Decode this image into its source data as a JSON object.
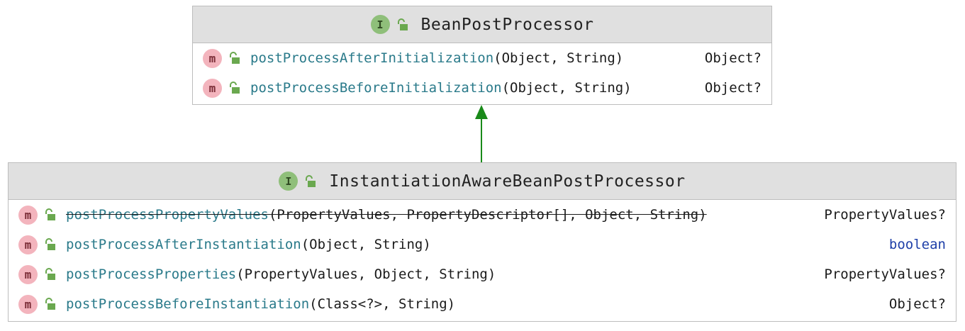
{
  "colors": {
    "header_bg": "#e0e0e0",
    "border": "#bdbdbd",
    "interface_icon": "#8fbf7a",
    "method_icon": "#f3b4bd",
    "lock_icon": "#6aa84f",
    "method_name": "#2a7a8a",
    "keyword": "#1e3fa8",
    "arrow": "#1a8a1a"
  },
  "icons": {
    "interface_letter": "I",
    "method_letter": "m",
    "visibility": "lock-open-icon"
  },
  "parent": {
    "name": "BeanPostProcessor",
    "methods": [
      {
        "name": "postProcessAfterInitialization",
        "params": "(Object, String)",
        "returns": "Object?"
      },
      {
        "name": "postProcessBeforeInitialization",
        "params": "(Object, String)",
        "returns": "Object?"
      }
    ]
  },
  "child": {
    "name": "InstantiationAwareBeanPostProcessor",
    "methods": [
      {
        "name": "postProcessPropertyValues",
        "params": "(PropertyValues, PropertyDescriptor[], Object, String)",
        "returns": "PropertyValues?",
        "deprecated": true
      },
      {
        "name": "postProcessAfterInstantiation",
        "params": "(Object, String)",
        "returns": "boolean"
      },
      {
        "name": "postProcessProperties",
        "params": "(PropertyValues, Object, String)",
        "returns": "PropertyValues?"
      },
      {
        "name": "postProcessBeforeInstantiation",
        "params": "(Class<?>, String)",
        "returns": "Object?"
      }
    ]
  }
}
